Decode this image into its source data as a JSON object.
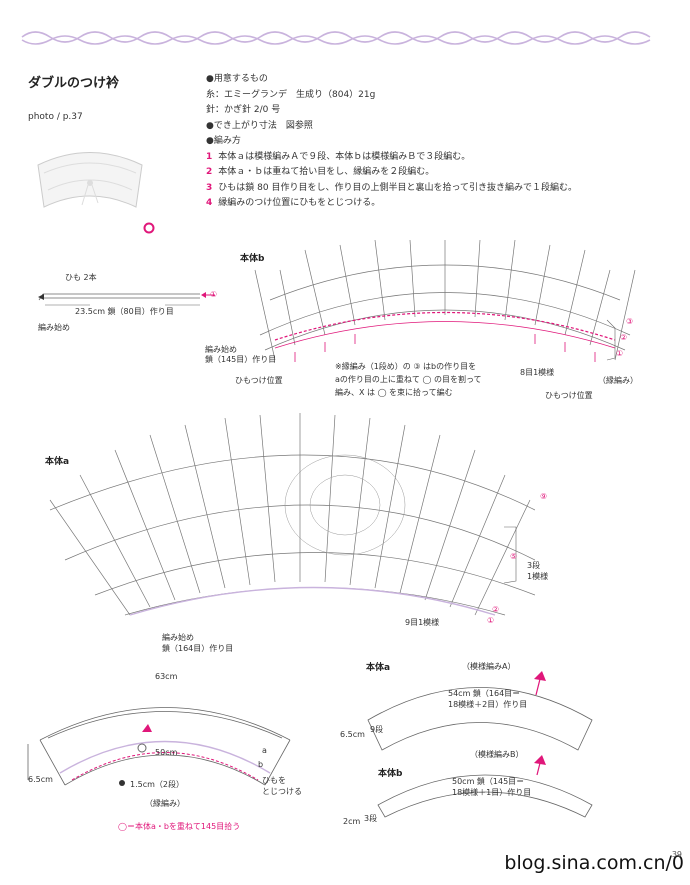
{
  "header": {
    "title": "ダブルのつけ衿",
    "photo_ref": "photo / p.37"
  },
  "materials": {
    "heading_materials": "●用意するもの",
    "yarn": "糸：エミーグランデ　生成り（804）21g",
    "needle": "針：かぎ針 2/0 号",
    "size": "●でき上がり寸法　図参照",
    "heading_method": "●編み方",
    "steps": [
      {
        "num": "1",
        "text": "本体ａは模様編みＡで９段、本体ｂは模様編みＢで３段編む。"
      },
      {
        "num": "2",
        "text": "本体ａ・ｂは重ねて拾い目をし、縁編みを２段編む。"
      },
      {
        "num": "3",
        "text": "ひもは鎖 80 目作り目をし、作り目の上側半目と裏山を拾って引き抜き編みで１段編む。"
      },
      {
        "num": "4",
        "text": "縁編みのつけ位置にひもをとじつける。"
      }
    ]
  },
  "cord": {
    "label": "ひも",
    "count": "2本",
    "measure": "23.5cm 鎖（80目）作り目",
    "start": "編み始め",
    "row_mark": "①"
  },
  "body_b": {
    "label": "本体b",
    "start": "編み始め\n鎖（145目）作り目",
    "cord_pos": "ひもつけ位置",
    "cord_pos2": "ひもつけ位置",
    "repeat": "8目1模様",
    "edging": "（縁編み）",
    "note_line1": "※縁編み（1段め）の ③ はbの作り目を",
    "note_line2": "aの作り目の上に重ねて ◯ の目を割って",
    "note_line3": "編み、X は ◯ を束に拾って編む",
    "rows": [
      "③",
      "②",
      "①",
      "②",
      "①"
    ]
  },
  "body_a": {
    "label": "本体a",
    "start": "編み始め\n鎖（164目）作り目",
    "repeat_rows": "3段\n1模様",
    "repeat_sts": "9目1模様",
    "rows": [
      "⑨",
      "⑤",
      "②",
      "①"
    ]
  },
  "schematic": {
    "width": "63cm",
    "inner": "50cm",
    "depth": "6.5cm",
    "edge": "1.5cm（2段）",
    "edge_label": "（縁編み）",
    "tie": "ひもを\nとじつける",
    "a": "a",
    "b": "b",
    "pickup_note": "◯＝本体a・bを重ねて145目拾う"
  },
  "sch_a": {
    "label": "本体a",
    "pattern": "（模様編みA）",
    "chain": "54cm 鎖（164目＝\n18模様＋2目）作り目",
    "depth": "6.5cm",
    "rows": "9段"
  },
  "sch_b": {
    "label": "本体b",
    "pattern": "（模様編みB）",
    "chain": "50cm 鎖（145目＝\n18模様＋1目）作り目",
    "depth": "2cm",
    "rows": "3段"
  },
  "footer": {
    "watermark": "blog.sina.com.cn/0",
    "page": "39"
  },
  "colors": {
    "accent": "#e0177a",
    "line": "#555555",
    "lavender": "#c9b3dd"
  }
}
